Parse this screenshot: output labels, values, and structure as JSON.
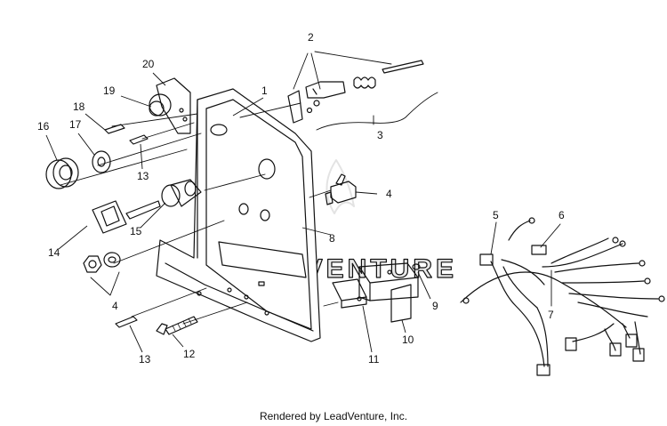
{
  "diagram": {
    "callouts": [
      "1",
      "2",
      "3",
      "4",
      "5",
      "6",
      "7",
      "8",
      "9",
      "10",
      "11",
      "12",
      "13",
      "14",
      "15",
      "16",
      "17",
      "18",
      "19",
      "20"
    ],
    "callout_13_second": "13",
    "callout_4_second": "4"
  },
  "watermark": "LEADVENTURE",
  "footer": {
    "credit": "Rendered by LeadVenture, Inc."
  }
}
